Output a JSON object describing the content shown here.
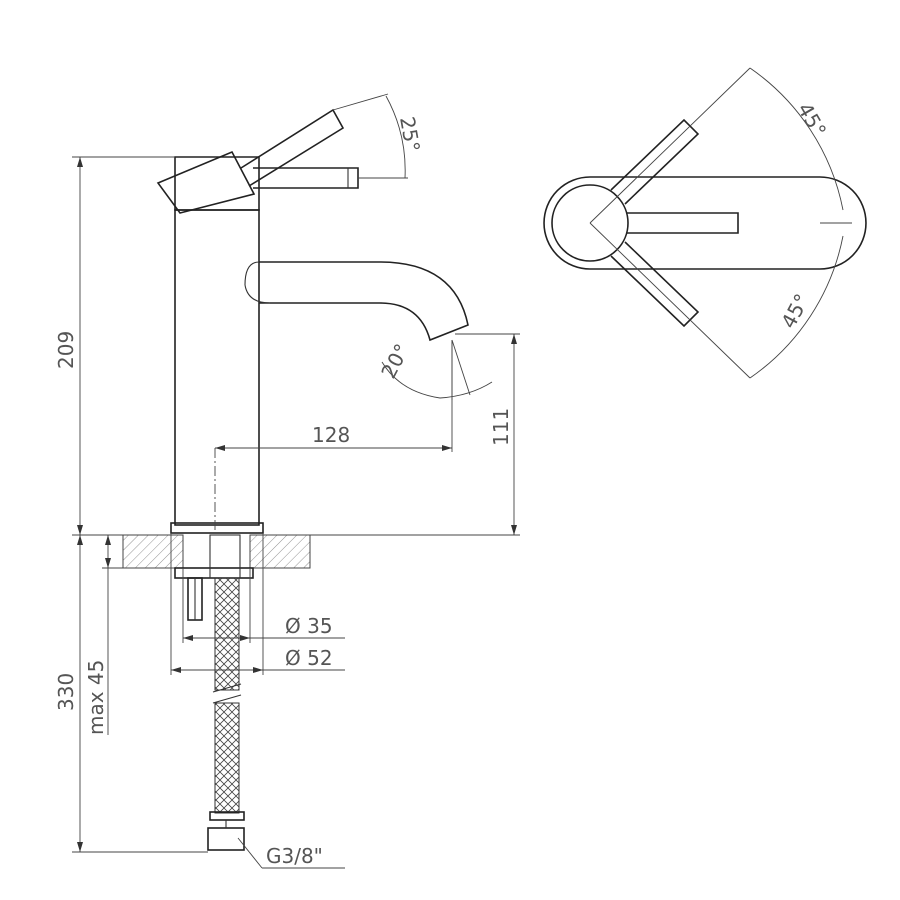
{
  "dimensions": {
    "total_height": "209",
    "hose_length": "330",
    "max_thickness": "max 45",
    "spout_reach": "128",
    "spout_height": "111",
    "dia_hole": "Ø 35",
    "dia_base": "Ø 52",
    "connection": "G3/8\""
  },
  "angles": {
    "lever_tilt": "25°",
    "spout_tilt": "20°",
    "swing_up": "45°",
    "swing_down": "45°"
  }
}
